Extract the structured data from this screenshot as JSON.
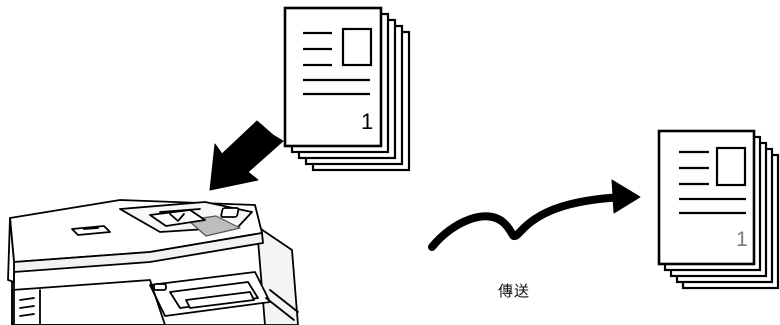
{
  "diagram": {
    "source_document": {
      "page_number": "1"
    },
    "destination_document": {
      "page_number": "1"
    },
    "transmission": {
      "label": "傳送"
    }
  }
}
